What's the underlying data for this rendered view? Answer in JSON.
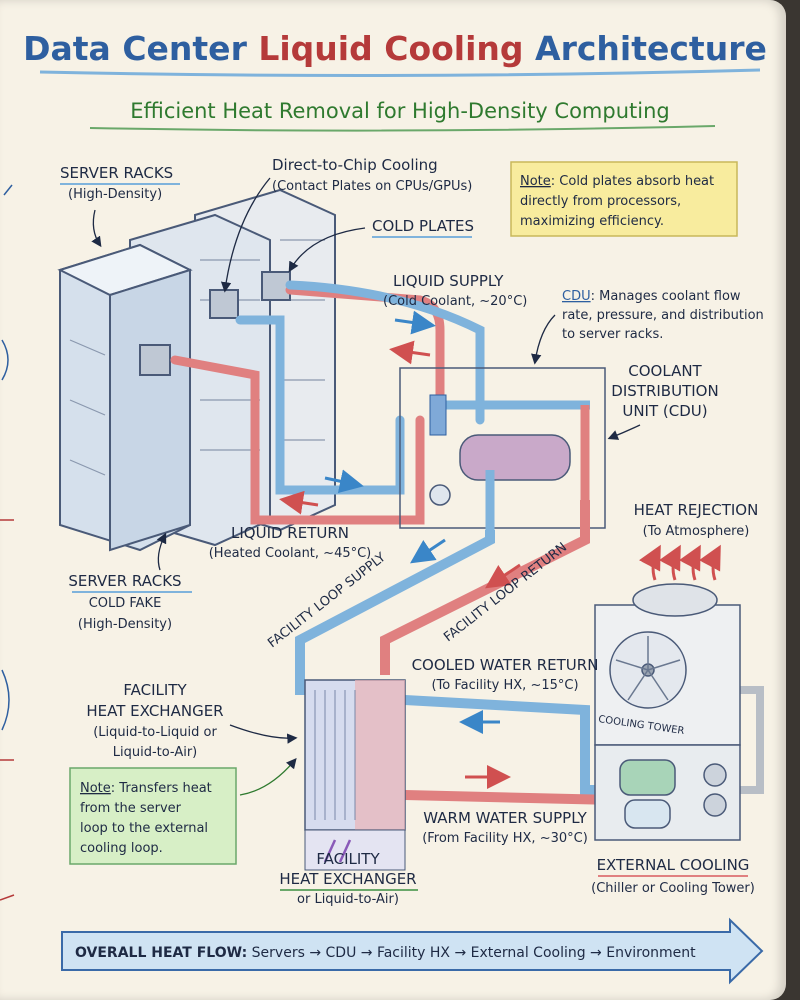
{
  "title": {
    "part1": "Data Center",
    "part2": "Liquid Cooling",
    "part3": "Architecture"
  },
  "subtitle": "Efficient Heat Removal for High-Density Computing",
  "colors": {
    "blue": "#2e5fa0",
    "red": "#b53a3a",
    "green": "#2f7a2f",
    "pipe_blue": "#7fb3dc",
    "pipe_red": "#e08080",
    "note_yellow": "#f8ec9e",
    "note_green": "#d7efc6",
    "banner": "#cfe3f3"
  },
  "labels": {
    "server_racks_top": "SERVER RACKS",
    "server_racks_top_sub": "(High-Density)",
    "direct_to_chip": "Direct-to-Chip Cooling",
    "direct_to_chip_sub": "(Contact Plates on CPUs/GPUs)",
    "cold_plates": "COLD PLATES",
    "liquid_supply": "LIQUID SUPPLY",
    "liquid_supply_sub": "(Cold Coolant, ~20°C)",
    "cdu_title_1": "COOLANT",
    "cdu_title_2": "DISTRIBUTION",
    "cdu_title_3": "UNIT (CDU)",
    "liquid_return": "LIQUID RETURN",
    "liquid_return_sub": "(Heated Coolant, ~45°C)",
    "server_racks_bottom": "SERVER RACKS",
    "cold_fake": "COLD FAKE",
    "server_racks_bottom_sub": "(High-Density)",
    "facility_loop_supply": "FACILITY LOOP SUPPLY",
    "facility_loop_return": "FACILITY LOOP RETURN",
    "heat_rejection": "HEAT REJECTION",
    "heat_rejection_sub": "(To Atmosphere)",
    "facility_hx_1": "FACILITY",
    "facility_hx_2": "HEAT EXCHANGER",
    "facility_hx_3": "(Liquid-to-Liquid or",
    "facility_hx_4": "Liquid-to-Air)",
    "cooled_water_return": "COOLED WATER RETURN",
    "cooled_water_return_sub": "(To Facility HX, ~15°C)",
    "cooling_tower": "COOLING TOWER",
    "warm_water_supply": "WARM WATER SUPPLY",
    "warm_water_supply_sub": "(From Facility HX, ~30°C)",
    "facility_hx_bottom_1": "FACILITY",
    "facility_hx_bottom_2": "HEAT EXCHANGER",
    "facility_hx_bottom_3": "or Liquid-to-Air)",
    "external_cooling": "EXTERNAL COOLING",
    "external_cooling_sub": "(Chiller or Cooling Tower)"
  },
  "notes": {
    "cold_plates": {
      "head": "Note",
      "lines": [
        ": Cold plates absorb heat",
        "directly from processors,",
        "maximizing efficiency."
      ]
    },
    "cdu": {
      "head": "CDU",
      "lines": [
        ": Manages coolant flow",
        "rate, pressure, and distribution",
        "to server racks."
      ]
    },
    "hx": {
      "head": "Note",
      "lines": [
        ": Transfers heat",
        "from the server",
        "loop to the external",
        "cooling loop."
      ]
    }
  },
  "banner": {
    "label": "OVERALL HEAT FLOW:",
    "flow": "Servers → CDU → Facility HX → External Cooling → Environment"
  }
}
